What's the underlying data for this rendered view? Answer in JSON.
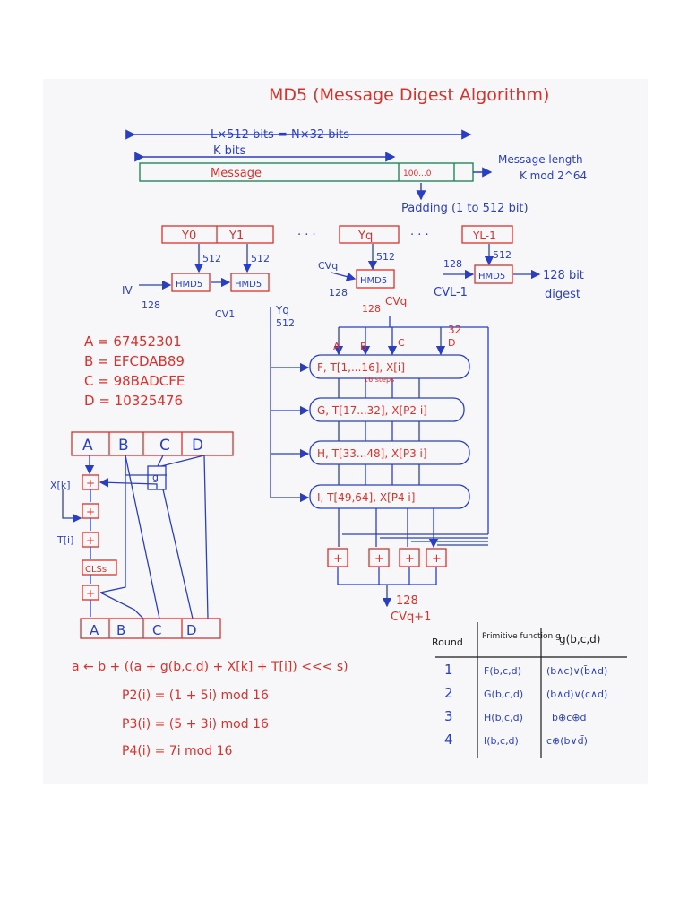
{
  "title": "MD5 (Message Digest Algorithm)",
  "top": {
    "length_label": "L×512 bits = N×32 bits",
    "k_label": "K bits",
    "message_label": "Message",
    "padding_bits": "100...0",
    "length_note_1": "Message length",
    "length_note_2": "K mod 2^64",
    "padding_label": "Padding (1 to 512 bit)"
  },
  "blocks": {
    "y0": "Y0",
    "y1": "Y1",
    "dots1": "· · ·",
    "yq": "Yq",
    "dots2": "· · ·",
    "yl1": "YL-1",
    "n512a": "512",
    "n512b": "512",
    "n512c": "512",
    "n512d": "512",
    "iv": "IV",
    "n128a": "128",
    "hmd5": "HMD5",
    "cv1": "CV1",
    "cvq": "CVq",
    "n128b": "128",
    "n128c": "128",
    "cvl1": "CVL-1",
    "out_1": "128 bit",
    "out_2": "digest"
  },
  "constants": {
    "a": "A = 67452301",
    "b": "B = EFCDAB89",
    "c": "C = 98BADCFE",
    "d": "D = 10325476"
  },
  "round_diagram": {
    "yq_in": "Yq",
    "n512": "512",
    "n128": "128",
    "cvq_in": "CVq",
    "n32": "32",
    "a": "A",
    "b": "B",
    "c": "C",
    "d": "D",
    "f_round": "F, T[1,...16], X[i]",
    "steps": "16 steps",
    "g_round": "G, T[17...32], X[P2 i]",
    "h_round": "H, T[33...48], X[P3 i]",
    "i_round": "I, T[49,64], X[P4 i]",
    "plus": "+",
    "out_128": "128",
    "out_cv": "CVq+1"
  },
  "step": {
    "a": "A",
    "b": "B",
    "c": "C",
    "d": "D",
    "xk": "X[k]",
    "ti": "T[i]",
    "g": "g",
    "cls": "CLSs",
    "plus": "+",
    "formula": "a ← b + ((a + g(b,c,d) + X[k] + T[i]) <<< s)",
    "p2": "P2(i) = (1 + 5i) mod 16",
    "p3": "P3(i) = (5 + 3i) mod 16",
    "p4": "P4(i) = 7i mod 16"
  },
  "table": {
    "headers": [
      "Round",
      "Primitive function g",
      "g(b,c,d)"
    ],
    "rows": [
      [
        "1",
        "F(b,c,d)",
        "(b∧c)∨(b̄∧d)"
      ],
      [
        "2",
        "G(b,c,d)",
        "(b∧d)∨(c∧d̄)"
      ],
      [
        "3",
        "H(b,c,d)",
        "b⊕c⊕d"
      ],
      [
        "4",
        "I(b,c,d)",
        "c⊕(b∨d̄)"
      ]
    ]
  },
  "colors": {
    "ink_red": "#d8322c",
    "ink_blue": "#2a3fbf",
    "ink_green": "#1f8a5a",
    "paper": "#f7f7f9"
  }
}
